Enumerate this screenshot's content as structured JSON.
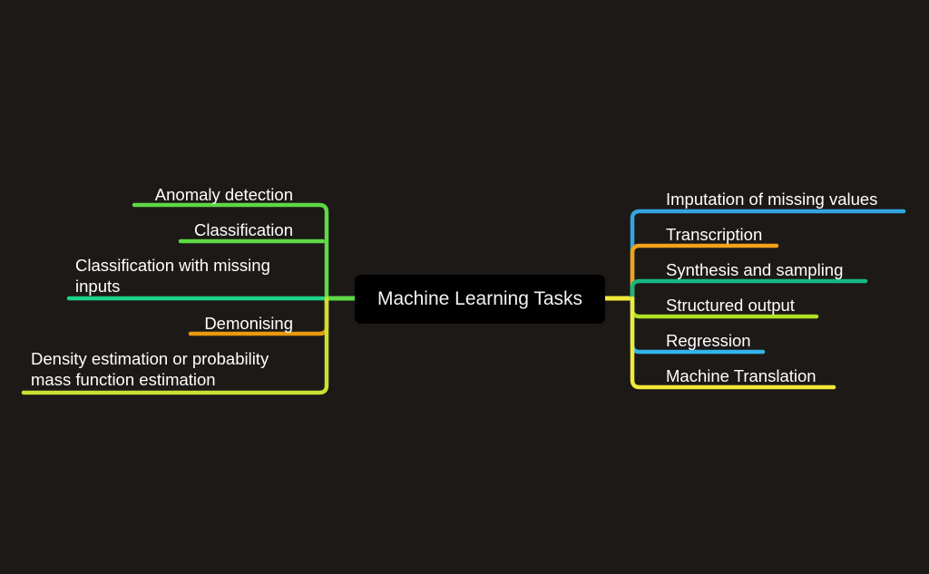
{
  "title": "Machine Learning Tasks",
  "left": [
    {
      "label": "Anomaly detection",
      "color": "#5ed845"
    },
    {
      "label": "Classification",
      "color": "#5ed845"
    },
    {
      "lines": [
        "Classification with missing",
        "inputs"
      ],
      "color": "#1ad688"
    },
    {
      "label": "Demonising",
      "color": "#e8990d"
    },
    {
      "lines": [
        "Density estimation or probability",
        "mass function estimation"
      ],
      "color": "#ccdf33"
    }
  ],
  "right": [
    {
      "label": "Imputation of missing values",
      "color": "#33a6e0"
    },
    {
      "label": "Transcription",
      "color": "#f2a21a"
    },
    {
      "label": "Synthesis and sampling",
      "color": "#17b683"
    },
    {
      "label": "Structured output",
      "color": "#b1e024"
    },
    {
      "label": "Regression",
      "color": "#33b4eb"
    },
    {
      "label": "Machine Translation",
      "color": "#f2e93a"
    }
  ]
}
